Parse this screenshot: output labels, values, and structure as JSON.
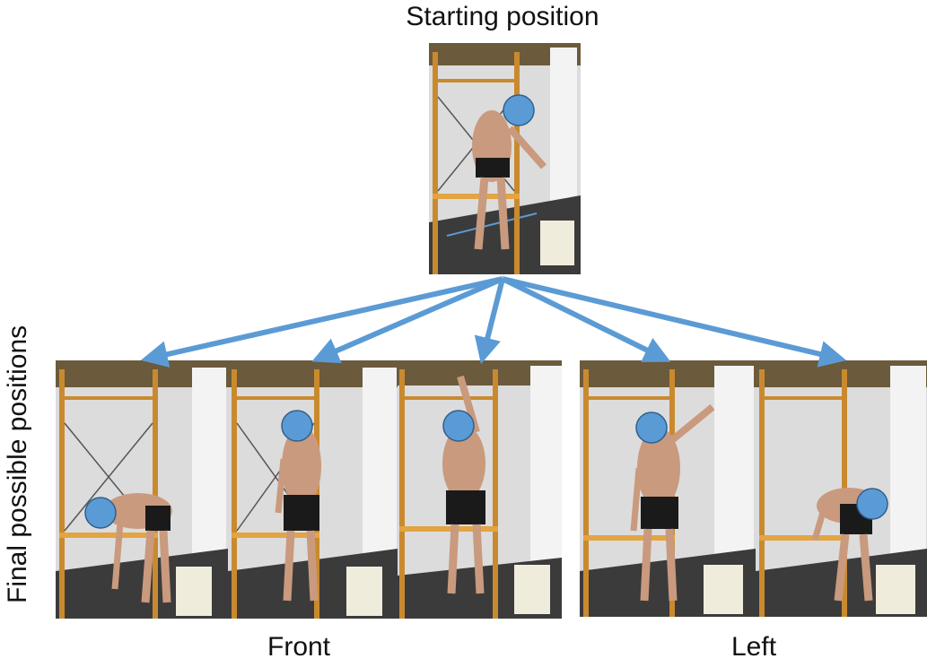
{
  "labels": {
    "top_title": "Starting position",
    "vertical": "Final possible positions",
    "front": "Front",
    "left": "Left"
  },
  "colors": {
    "arrow": "#5b9bd5",
    "face_mask": "#5b9bd5",
    "frame_wood": "#c98a2f",
    "shorts": "#1a1a1a",
    "wall": "#e4e4e4"
  },
  "photos": [
    {
      "id": "starting-position",
      "pose": "arm-raised-side"
    },
    {
      "id": "front-1",
      "pose": "bent-forward"
    },
    {
      "id": "front-2",
      "pose": "standing"
    },
    {
      "id": "front-3",
      "pose": "arm-overhead"
    },
    {
      "id": "left-1",
      "pose": "arm-raised-side"
    },
    {
      "id": "left-2",
      "pose": "bent-forward"
    }
  ]
}
